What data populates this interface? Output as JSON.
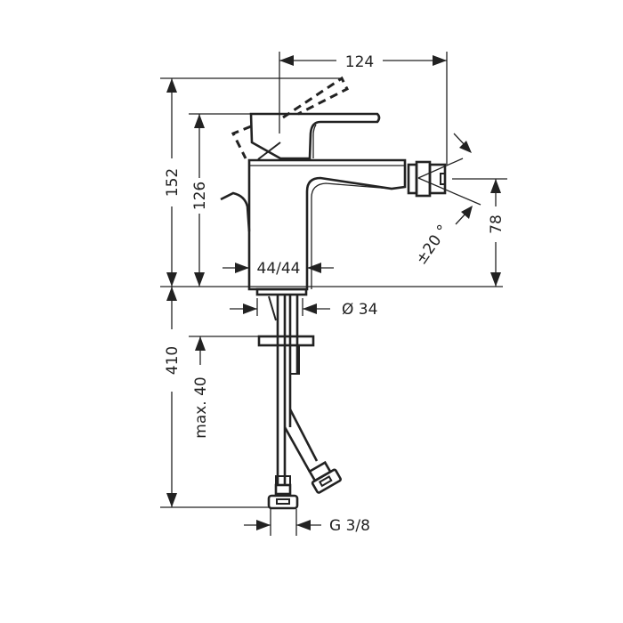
{
  "drawing": {
    "subject": "bidet mixer technical dimension drawing",
    "line_color": "#222222",
    "background": "#ffffff"
  },
  "dimensions": {
    "spout_reach": "124",
    "total_height": "152",
    "body_height": "126",
    "spout_height": "78",
    "body_width": "44/44",
    "shank_diameter": "Ø 34",
    "installation_depth": "410",
    "max_counter_thickness": "max. 40",
    "connection_thread": "G 3/8",
    "aerator_swivel_angle": "±20 °"
  }
}
